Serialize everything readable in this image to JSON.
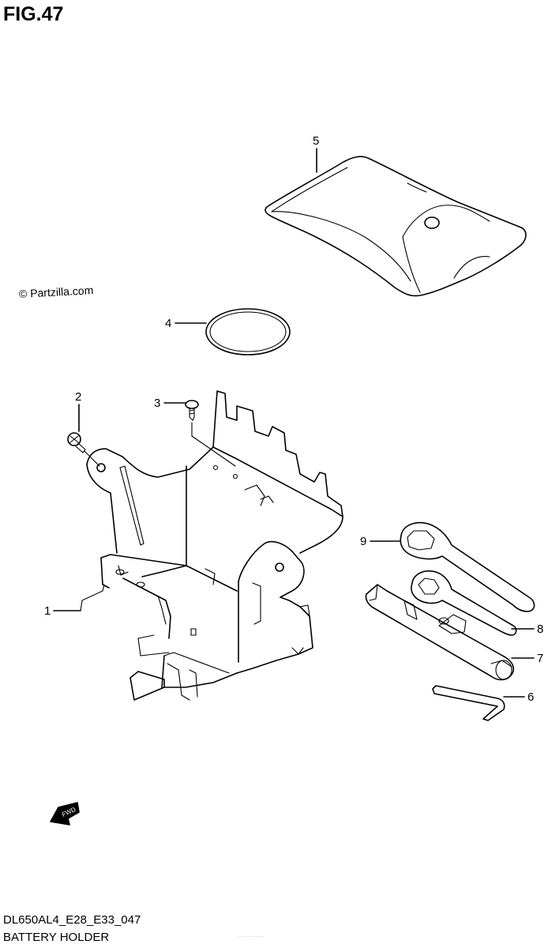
{
  "figure": {
    "title": "FIG.47",
    "code": "DL650AL4_E28_E33_047",
    "subtitle": "BATTERY HOLDER",
    "watermark": "© Partzilla.com",
    "footer_small": "· · · · · · · · · · ·"
  },
  "callouts": [
    {
      "id": "c1",
      "label": "1"
    },
    {
      "id": "c2",
      "label": "2"
    },
    {
      "id": "c3",
      "label": "3"
    },
    {
      "id": "c4",
      "label": "4"
    },
    {
      "id": "c5",
      "label": "5"
    },
    {
      "id": "c6",
      "label": "6"
    },
    {
      "id": "c7",
      "label": "7"
    },
    {
      "id": "c8",
      "label": "8"
    },
    {
      "id": "c9",
      "label": "9"
    }
  ],
  "fwd_arrow": {
    "label": "FWD"
  }
}
